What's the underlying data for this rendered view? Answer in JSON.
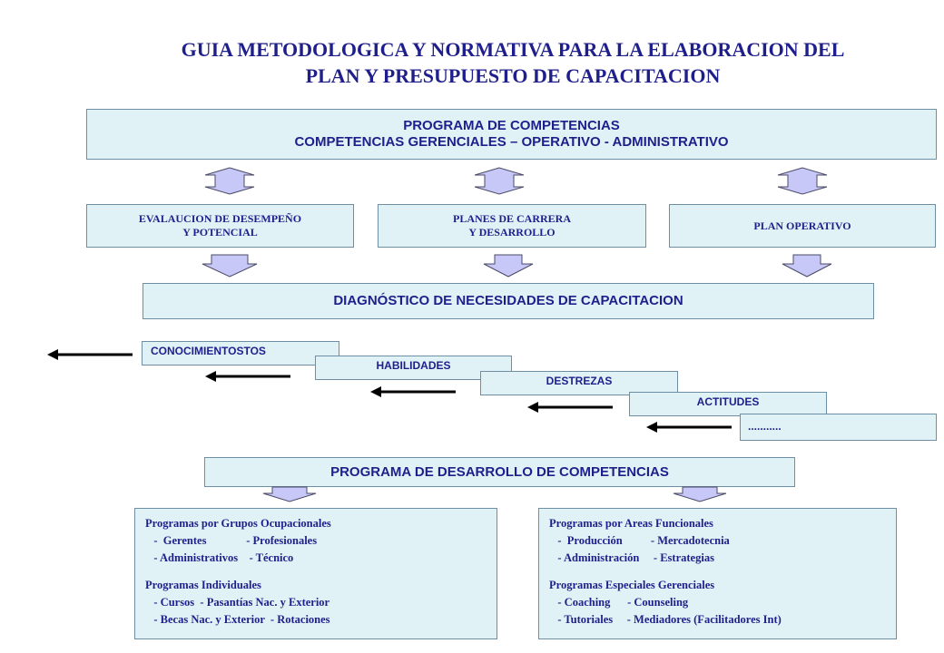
{
  "title": {
    "line1": "GUIA METODOLOGICA Y NORMATIVA PARA LA ELABORACION DEL",
    "line2": "PLAN Y PRESUPUESTO DE CAPACITACION"
  },
  "program_box": {
    "line1": "PROGRAMA DE COMPETENCIAS",
    "line2": "COMPETENCIAS GERENCIALES – OPERATIVO - ADMINISTRATIVO"
  },
  "evaluation_box": {
    "line1": "EVALAUCION DE DESEMPEÑO",
    "line2": "Y POTENCIAL"
  },
  "career_box": {
    "line1": "PLANES DE CARRERA",
    "line2": "Y DESARROLLO"
  },
  "operative_box": {
    "line1": "PLAN OPERATIVO"
  },
  "diagnosis_box": {
    "label": "DIAGNÓSTICO DE NECESIDADES DE CAPACITACION"
  },
  "stair": {
    "knowledge": "CONOCIMIENTOSTOS",
    "skills": "HABILIDADES",
    "dexterity": "DESTREZAS",
    "attitudes": "ACTITUDES",
    "more": "..........."
  },
  "development_box": {
    "label": "PROGRAMA DE DESARROLLO DE COMPETENCIAS"
  },
  "left_programs": {
    "heading1": "Programas por Grupos Ocupacionales",
    "line1": "   -  Gerentes              - Profesionales",
    "line2": "   - Administrativos    - Técnico",
    "heading2": "Programas Individuales",
    "line3": "   - Cursos  - Pasantías Nac. y Exterior",
    "line4": "   - Becas Nac. y Exterior  - Rotaciones"
  },
  "right_programs": {
    "heading1": "Programas por Areas Funcionales",
    "line1": "   -  Producción          - Mercadotecnia",
    "line2": "   - Administración     - Estrategias",
    "heading2": "Programas Especiales Gerenciales",
    "line3": "   - Coaching      - Counseling",
    "line4": "   - Tutoriales     - Mediadores (Facilitadores Int)"
  },
  "colors": {
    "box_fill": "#e0f2f6",
    "box_border": "#6e8fa3",
    "text": "#1f1f8c",
    "arrow_fill": "#c8c8f8",
    "arrow_border": "#4a4a66"
  }
}
